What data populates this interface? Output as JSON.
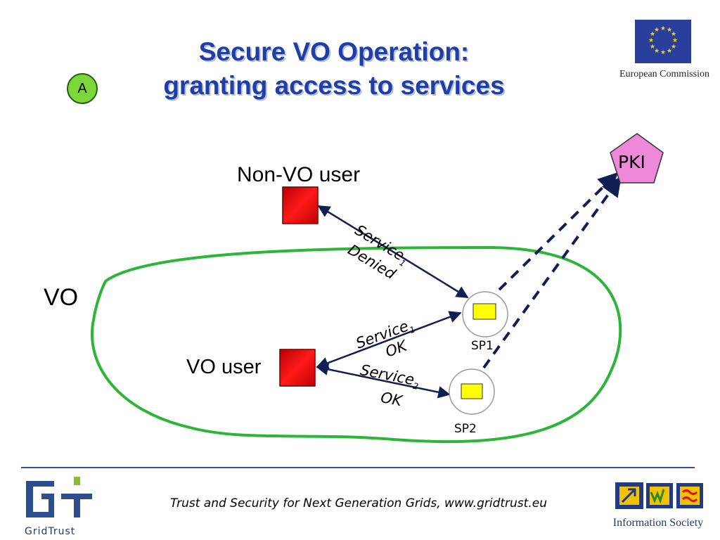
{
  "slide": {
    "title_line1": "Secure VO Operation:",
    "title_line2": "granting access to services",
    "badge": "A"
  },
  "logos": {
    "ec_label": "European Commission",
    "gridtrust_label": "GridTrust",
    "infosoc_label": "Information Society"
  },
  "diagram": {
    "non_vo_user": "Non-VO user",
    "vo_label": "VO",
    "vo_user": "VO user",
    "pki": "PKI",
    "sp1": "SP1",
    "sp2": "SP2",
    "denied_service": "Service",
    "denied_sub": "1",
    "denied_status": "Denied",
    "ok1_service": "Service",
    "ok1_sub": "1",
    "ok1_status": "OK",
    "ok2_service": "Service",
    "ok2_sub": "2",
    "ok2_status": "OK"
  },
  "footer": {
    "text": "Trust and Security for Next Generation Grids, www.gridtrust.eu"
  },
  "colors": {
    "title": "#1f3ea6",
    "vo_boundary": "#2db53a",
    "user_box": "#e01010",
    "pki": "#ee88d8",
    "arrow": "#0f1f55"
  }
}
